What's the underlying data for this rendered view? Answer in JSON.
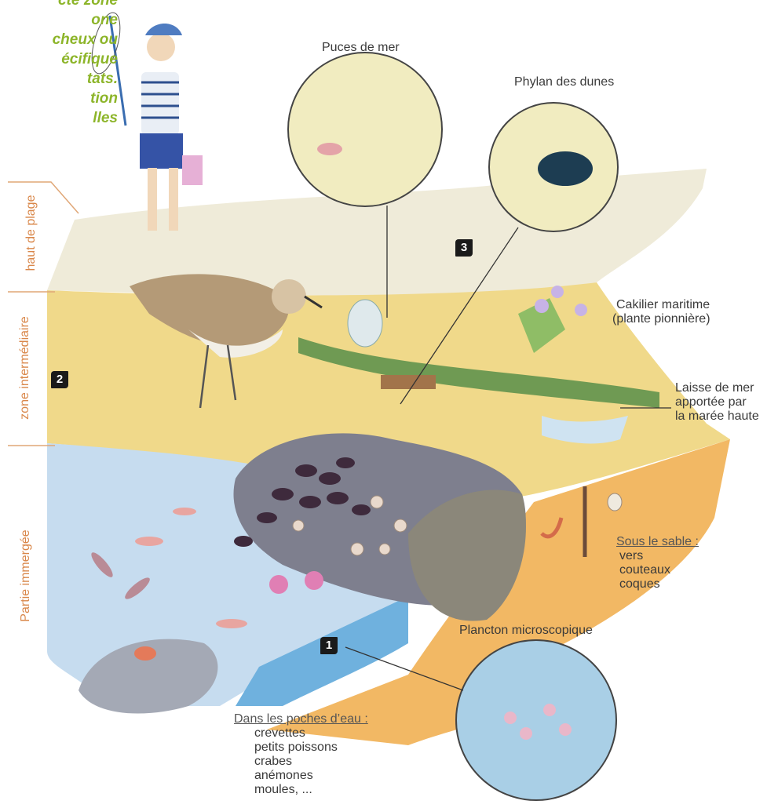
{
  "intro_lines": [
    "cte zone",
    "one",
    "cheux ou",
    "écifique",
    "tats.",
    "tion",
    "lles"
  ],
  "zones": {
    "top": "haut de plage",
    "middle": "zone intermédiaire",
    "bottom": "Partie immergée"
  },
  "badges": {
    "b1": "1",
    "b2": "2",
    "b3": "3"
  },
  "labels": {
    "puces": "Puces de mer",
    "phylan": "Phylan des dunes",
    "cakilier_1": "Cakilier maritime",
    "cakilier_2": "(plante pionnière)",
    "laisse_1": "Laisse de mer",
    "laisse_2": "apportée par",
    "laisse_3": "la marée haute",
    "plancton": "Plancton microscopique"
  },
  "sous_sable": {
    "title": "Sous le sable :",
    "items": [
      "vers",
      "couteaux",
      "coques"
    ]
  },
  "poches": {
    "title": "Dans les poches d’eau :",
    "items": [
      "crevettes",
      "petits poissons",
      "crabes",
      "anémones",
      "moules, ..."
    ]
  },
  "colors": {
    "sand_top": "#efebd9",
    "sand_mid": "#f0d98a",
    "sand_wet": "#f2c26b",
    "water": "#c6dcef",
    "zone_text": "#d9874a",
    "intro_text": "#8db52a"
  }
}
